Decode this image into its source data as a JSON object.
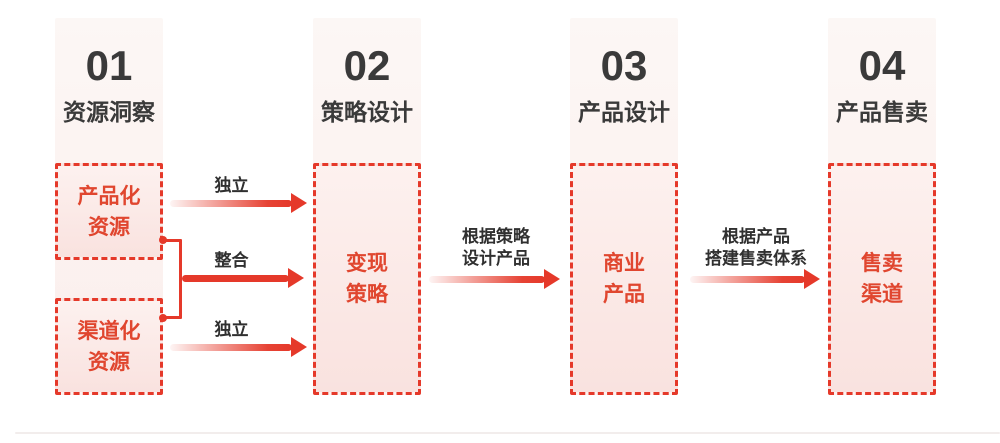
{
  "colors": {
    "accent": "#e5392a",
    "text_red": "#e0462f",
    "dark": "#3a3a3a",
    "column_bg_top": "#fcf7f5",
    "column_bg_bottom": "#fbeeec",
    "box_bg_top": "#fdf1ef",
    "box_bg_bottom": "#f9e2df",
    "divider": "#f2edec"
  },
  "steps": [
    {
      "number": "01",
      "title": "资源洞察"
    },
    {
      "number": "02",
      "title": "策略设计"
    },
    {
      "number": "03",
      "title": "产品设计"
    },
    {
      "number": "04",
      "title": "产品售卖"
    }
  ],
  "boxes": {
    "productized_resources": {
      "line1": "产品化",
      "line2": "资源"
    },
    "channelized_resources": {
      "line1": "渠道化",
      "line2": "资源"
    },
    "monetization_strategy": {
      "line1": "变现",
      "line2": "策略"
    },
    "commercial_product": {
      "line1": "商业",
      "line2": "产品"
    },
    "sales_channel": {
      "line1": "售卖",
      "line2": "渠道"
    }
  },
  "arrows": {
    "independent_top": {
      "label": "独立"
    },
    "integrate": {
      "label": "整合"
    },
    "independent_bottom": {
      "label": "独立"
    },
    "strategy_to_product": {
      "line1": "根据策略",
      "line2": "设计产品"
    },
    "product_to_sales": {
      "line1": "根据产品",
      "line2": "搭建售卖体系"
    }
  }
}
